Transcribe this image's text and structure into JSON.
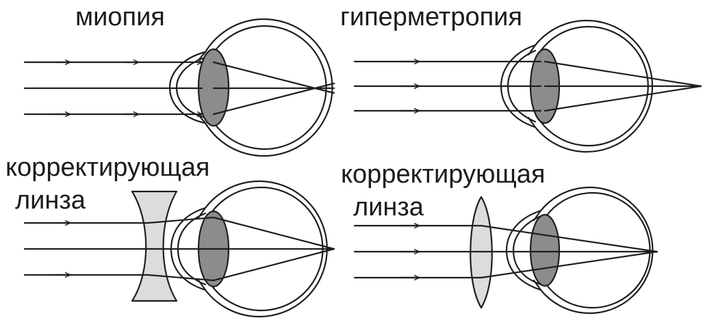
{
  "panels": {
    "myopia": {
      "title": "миопия"
    },
    "hyperopia": {
      "title": "гиперметропия"
    },
    "myopia_corrected": {
      "label_line1": "корректирующая",
      "label_line2": "линза"
    },
    "hyperopia_corrected": {
      "label_line1": "корректирующая",
      "label_line2": "линза"
    }
  },
  "colors": {
    "stroke": "#1e1e1e",
    "lens_fill": "#8c8c8c",
    "corrective_lens_fill": "#dcdcdc",
    "text": "#1c1c1c"
  }
}
